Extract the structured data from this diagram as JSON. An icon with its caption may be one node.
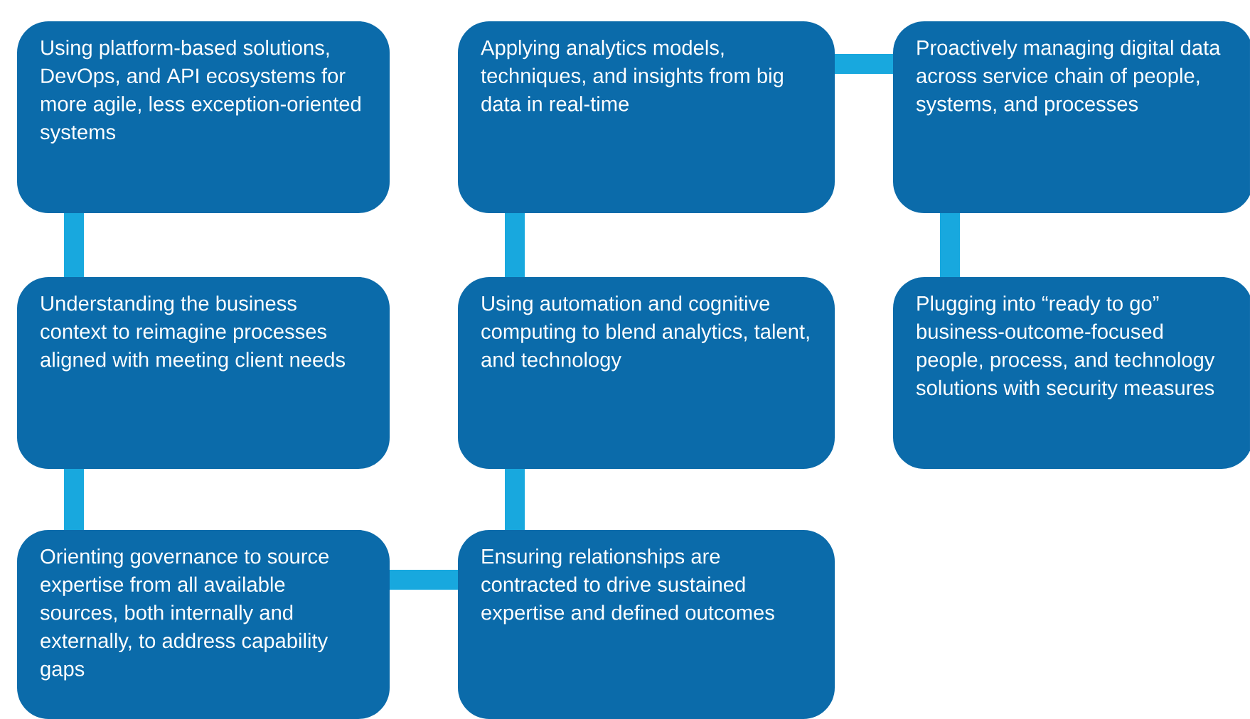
{
  "diagram": {
    "nodes": [
      {
        "text": [
          "Using platform-based solutions, DevOps, and API ecosystems for more agile, less exception-oriented systems"
        ]
      },
      {
        "text": [
          "Understanding the business context to reimagine processes aligned with meeting client needs"
        ]
      },
      {
        "text": [
          "Orienting governance to source expertise from all available sources, both internally and externally, to address capability gaps"
        ]
      },
      {
        "text": [
          "Ensuring relationships are contracted to drive sustained expertise and defined outcomes"
        ]
      },
      {
        "text": [
          "Using automation and cognitive computing to blend analytics, talent, and technology"
        ]
      },
      {
        "text": [
          "Applying analytics models, techniques, and insights from big data in real-time"
        ]
      },
      {
        "text": [
          "Proactively managing digital data across service chain of people, systems, and processes"
        ]
      },
      {
        "text": [
          "Plugging into “ready to go” business-outcome-focused people, process, and technology solutions with security measures"
        ]
      }
    ],
    "edges": [
      {
        "from": 0,
        "to": 1,
        "arrow": "none"
      },
      {
        "from": 1,
        "to": 2,
        "arrow": "none"
      },
      {
        "from": 2,
        "to": 3,
        "arrow": "none"
      },
      {
        "from": 3,
        "to": 4,
        "arrow": "none"
      },
      {
        "from": 4,
        "to": 5,
        "arrow": "none"
      },
      {
        "from": 5,
        "to": 6,
        "arrow": "none"
      },
      {
        "from": 6,
        "to": 7,
        "arrow": "none"
      }
    ]
  }
}
